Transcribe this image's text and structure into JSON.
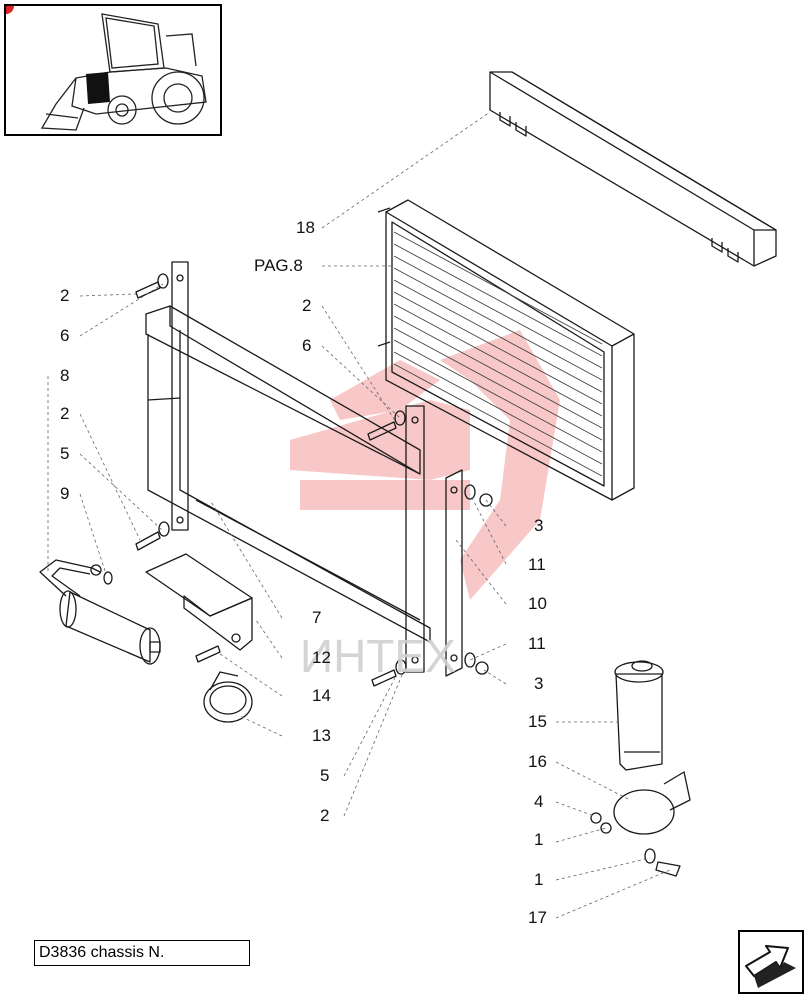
{
  "chassis_label": "D3836 chassis N.",
  "watermark_text": "ИНТЕХ",
  "callouts": [
    {
      "id": "c18",
      "text": "18"
    },
    {
      "id": "cpag",
      "text": "PAG.8"
    },
    {
      "id": "c2a",
      "text": "2"
    },
    {
      "id": "c6a",
      "text": "6"
    },
    {
      "id": "c2b",
      "text": "2"
    },
    {
      "id": "c6b",
      "text": "6"
    },
    {
      "id": "c8",
      "text": "8"
    },
    {
      "id": "c2c",
      "text": "2"
    },
    {
      "id": "c5a",
      "text": "5"
    },
    {
      "id": "c9",
      "text": "9"
    },
    {
      "id": "c3a",
      "text": "3"
    },
    {
      "id": "c11a",
      "text": "11"
    },
    {
      "id": "c10",
      "text": "10"
    },
    {
      "id": "c7",
      "text": "7"
    },
    {
      "id": "c11b",
      "text": "11"
    },
    {
      "id": "c12",
      "text": "12"
    },
    {
      "id": "c3b",
      "text": "3"
    },
    {
      "id": "c14",
      "text": "14"
    },
    {
      "id": "c15",
      "text": "15"
    },
    {
      "id": "c13",
      "text": "13"
    },
    {
      "id": "c16",
      "text": "16"
    },
    {
      "id": "c5b",
      "text": "5"
    },
    {
      "id": "c4",
      "text": "4"
    },
    {
      "id": "c2d",
      "text": "2"
    },
    {
      "id": "c1a",
      "text": "1"
    },
    {
      "id": "c1b",
      "text": "1"
    },
    {
      "id": "c17",
      "text": "17"
    }
  ],
  "colors": {
    "line": "#1a1a1a",
    "watermark": "#f2a0a0",
    "leader": "#666666"
  }
}
